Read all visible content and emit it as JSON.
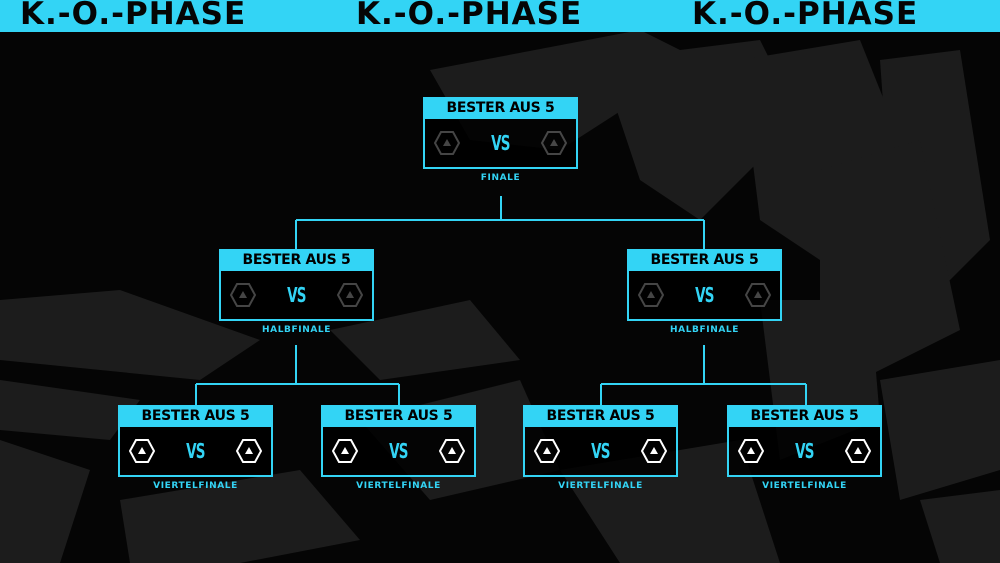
{
  "banner": {
    "title": "K.-O.-PHASE"
  },
  "matches": {
    "final": {
      "format": "BESTER AUS 5",
      "vs": "VS",
      "round": "FINALE"
    },
    "semi1": {
      "format": "BESTER AUS 5",
      "vs": "VS",
      "round": "HALBFINALE"
    },
    "semi2": {
      "format": "BESTER AUS 5",
      "vs": "VS",
      "round": "HALBFINALE"
    },
    "qf1": {
      "format": "BESTER AUS 5",
      "vs": "VS",
      "round": "VIERTELFINALE"
    },
    "qf2": {
      "format": "BESTER AUS 5",
      "vs": "VS",
      "round": "VIERTELFINALE"
    },
    "qf3": {
      "format": "BESTER AUS 5",
      "vs": "VS",
      "round": "VIERTELFINALE"
    },
    "qf4": {
      "format": "BESTER AUS 5",
      "vs": "VS",
      "round": "VIERTELFINALE"
    }
  },
  "colors": {
    "accent": "#33d4f5",
    "background": "#050505",
    "shape": "#1c1c1c"
  },
  "icons": {
    "team": "hexagon-team-icon"
  }
}
